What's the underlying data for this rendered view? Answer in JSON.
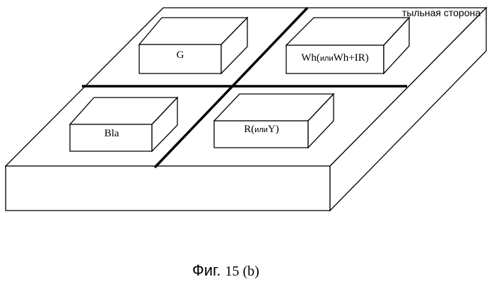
{
  "diagram": {
    "corner_label": "тыльная сторона",
    "pixels": {
      "g": {
        "label": "G"
      },
      "wh": {
        "main": "Wh(",
        "small": "или",
        "rest": "Wh+IR)"
      },
      "bla": {
        "label": "Bla"
      },
      "r": {
        "main": "R(",
        "small": "или",
        "rest": "Y)"
      }
    }
  },
  "caption": {
    "prefix": "Фиг.",
    "number": "15 (b)"
  }
}
